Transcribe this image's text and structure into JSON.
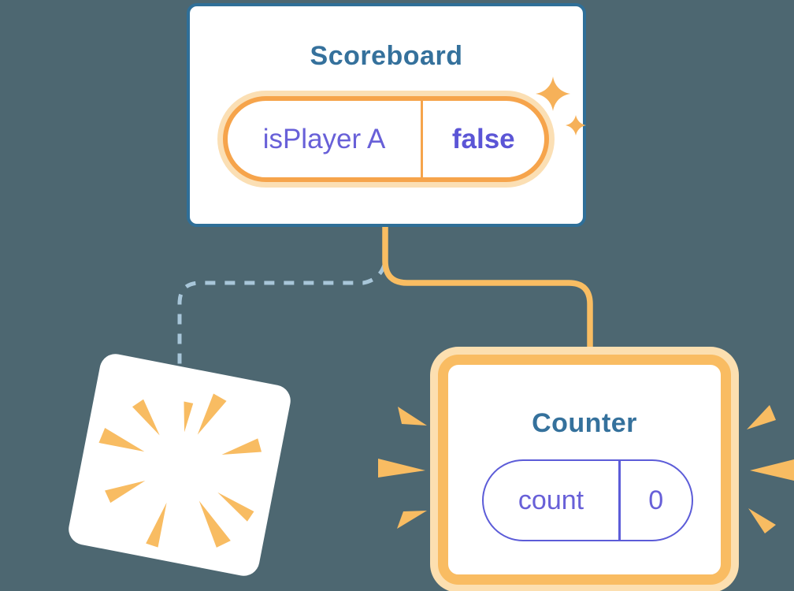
{
  "diagram": {
    "background_color": "#4D6771",
    "scoreboard": {
      "title": "Scoreboard",
      "state_pill": {
        "name": "isPlayer A",
        "value": "false"
      },
      "pill_border_color": "#F6A44B",
      "pill_glow_color": "#FBDFB4"
    },
    "counter": {
      "title": "Counter",
      "state_pill": {
        "name": "count",
        "value": "0"
      },
      "border_color": "#F9BC62",
      "glow_color": "#FCDFB0",
      "pill_border_color": "#5C5CD8"
    },
    "connectors": {
      "solid_color": "#F9BD62",
      "dashed_color": "#A8C6D9"
    },
    "colors": {
      "component_border_teal": "#2F6F98",
      "component_title_teal": "#35719C",
      "state_text_purple": "#6860D8",
      "state_value_purple": "#5B55D6",
      "burst_orange": "#F8BC62",
      "sparkle_orange": "#F6B159",
      "card_background": "#FFFFFF"
    },
    "icons": {
      "sparkle": "sparkle-icon",
      "poof": "poof-icon",
      "burst": "burst-icon"
    }
  }
}
